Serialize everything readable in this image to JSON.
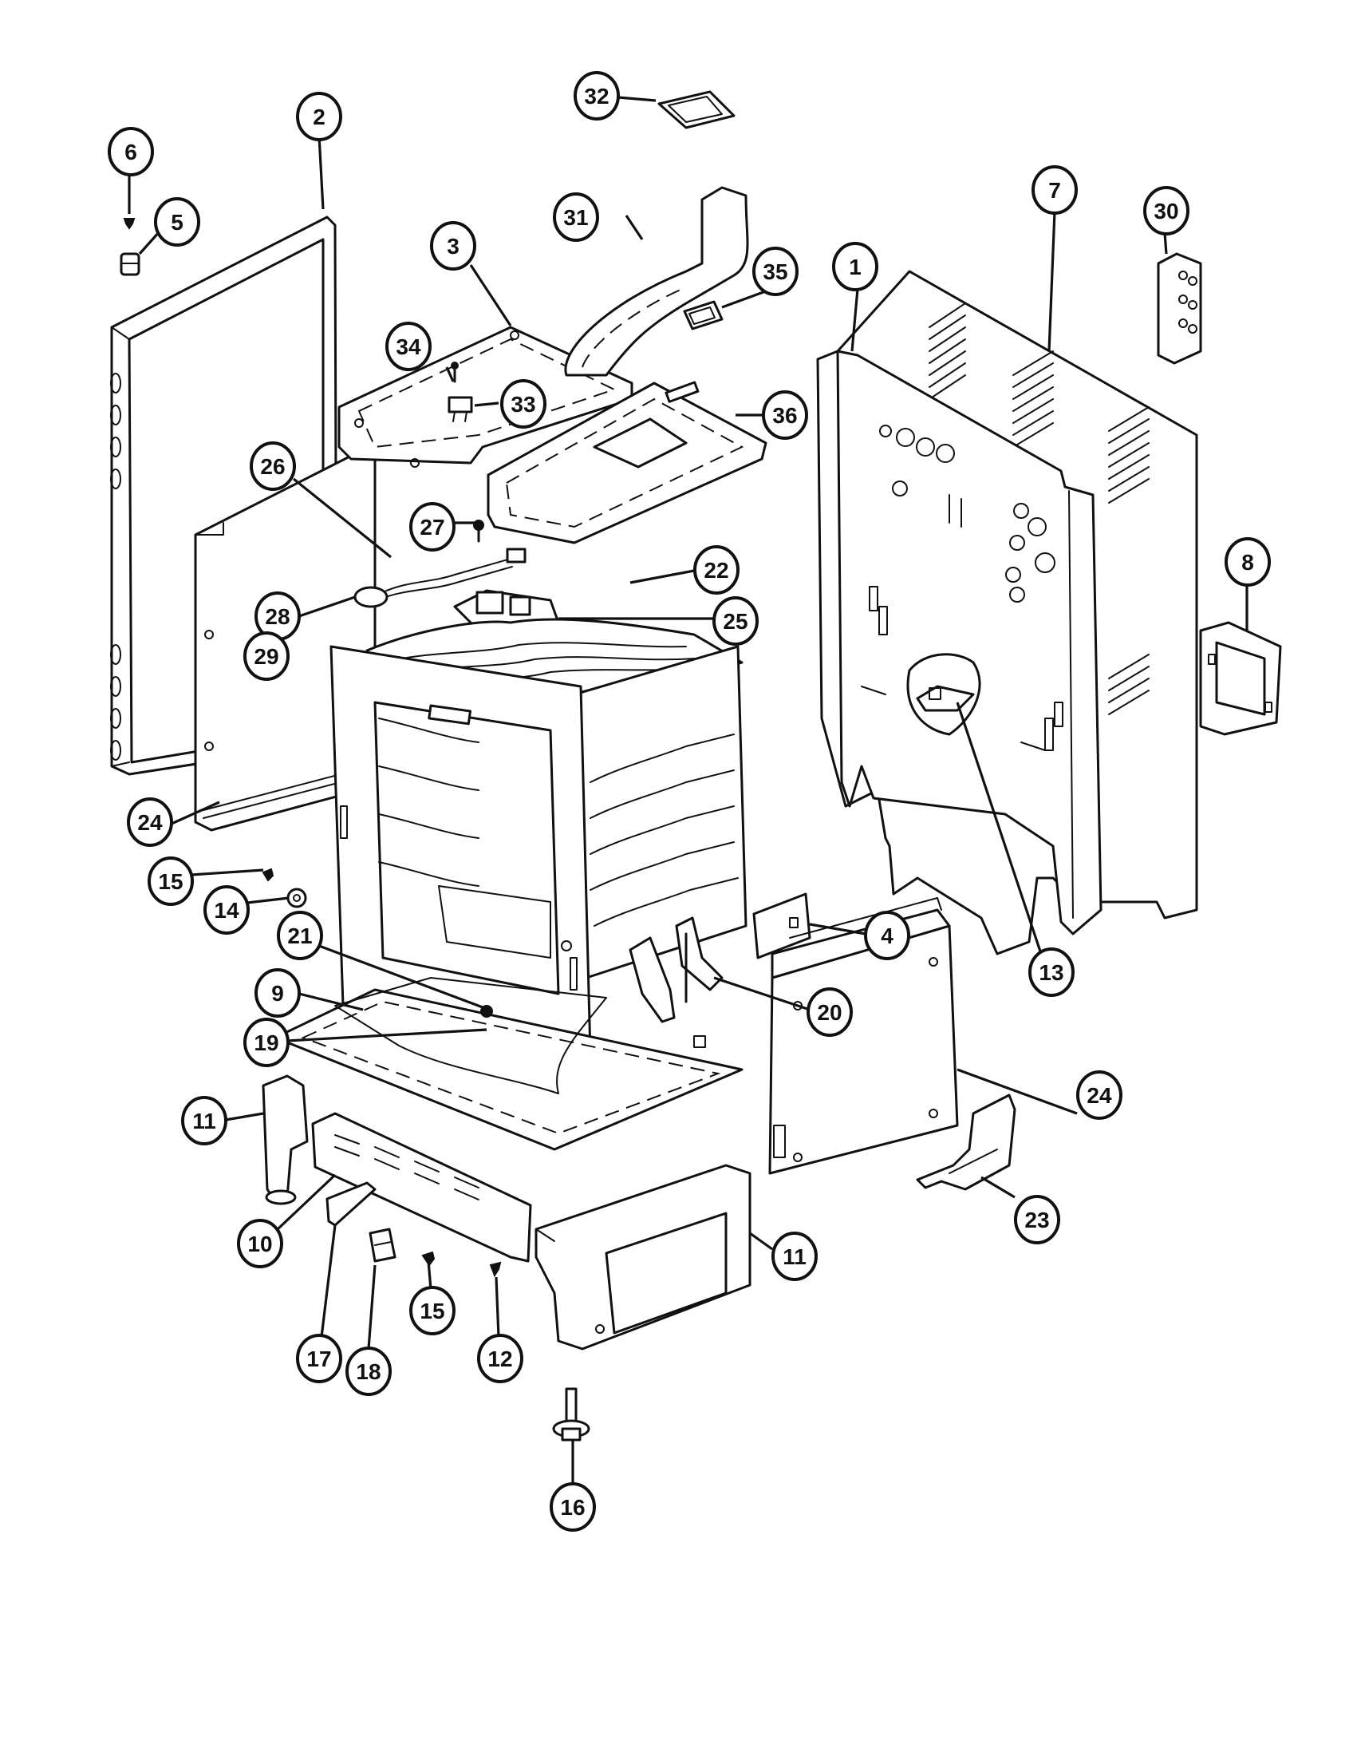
{
  "diagram": {
    "callouts": [
      {
        "id": "c1",
        "label": "1"
      },
      {
        "id": "c2",
        "label": "2"
      },
      {
        "id": "c3",
        "label": "3"
      },
      {
        "id": "c4",
        "label": "4"
      },
      {
        "id": "c5",
        "label": "5"
      },
      {
        "id": "c6",
        "label": "6"
      },
      {
        "id": "c7",
        "label": "7"
      },
      {
        "id": "c8",
        "label": "8"
      },
      {
        "id": "c9",
        "label": "9"
      },
      {
        "id": "c10",
        "label": "10"
      },
      {
        "id": "c11a",
        "label": "11"
      },
      {
        "id": "c11b",
        "label": "11"
      },
      {
        "id": "c12",
        "label": "12"
      },
      {
        "id": "c13",
        "label": "13"
      },
      {
        "id": "c14",
        "label": "14"
      },
      {
        "id": "c15a",
        "label": "15"
      },
      {
        "id": "c15b",
        "label": "15"
      },
      {
        "id": "c16",
        "label": "16"
      },
      {
        "id": "c17",
        "label": "17"
      },
      {
        "id": "c18",
        "label": "18"
      },
      {
        "id": "c19",
        "label": "19"
      },
      {
        "id": "c20",
        "label": "20"
      },
      {
        "id": "c21",
        "label": "21"
      },
      {
        "id": "c22",
        "label": "22"
      },
      {
        "id": "c23",
        "label": "23"
      },
      {
        "id": "c24a",
        "label": "24"
      },
      {
        "id": "c24b",
        "label": "24"
      },
      {
        "id": "c25",
        "label": "25"
      },
      {
        "id": "c26",
        "label": "26"
      },
      {
        "id": "c27",
        "label": "27"
      },
      {
        "id": "c28",
        "label": "28"
      },
      {
        "id": "c29",
        "label": "29"
      },
      {
        "id": "c30",
        "label": "30"
      },
      {
        "id": "c31",
        "label": "31"
      },
      {
        "id": "c32",
        "label": "32"
      },
      {
        "id": "c33",
        "label": "33"
      },
      {
        "id": "c34",
        "label": "34"
      },
      {
        "id": "c35",
        "label": "35"
      },
      {
        "id": "c36",
        "label": "36"
      }
    ]
  }
}
